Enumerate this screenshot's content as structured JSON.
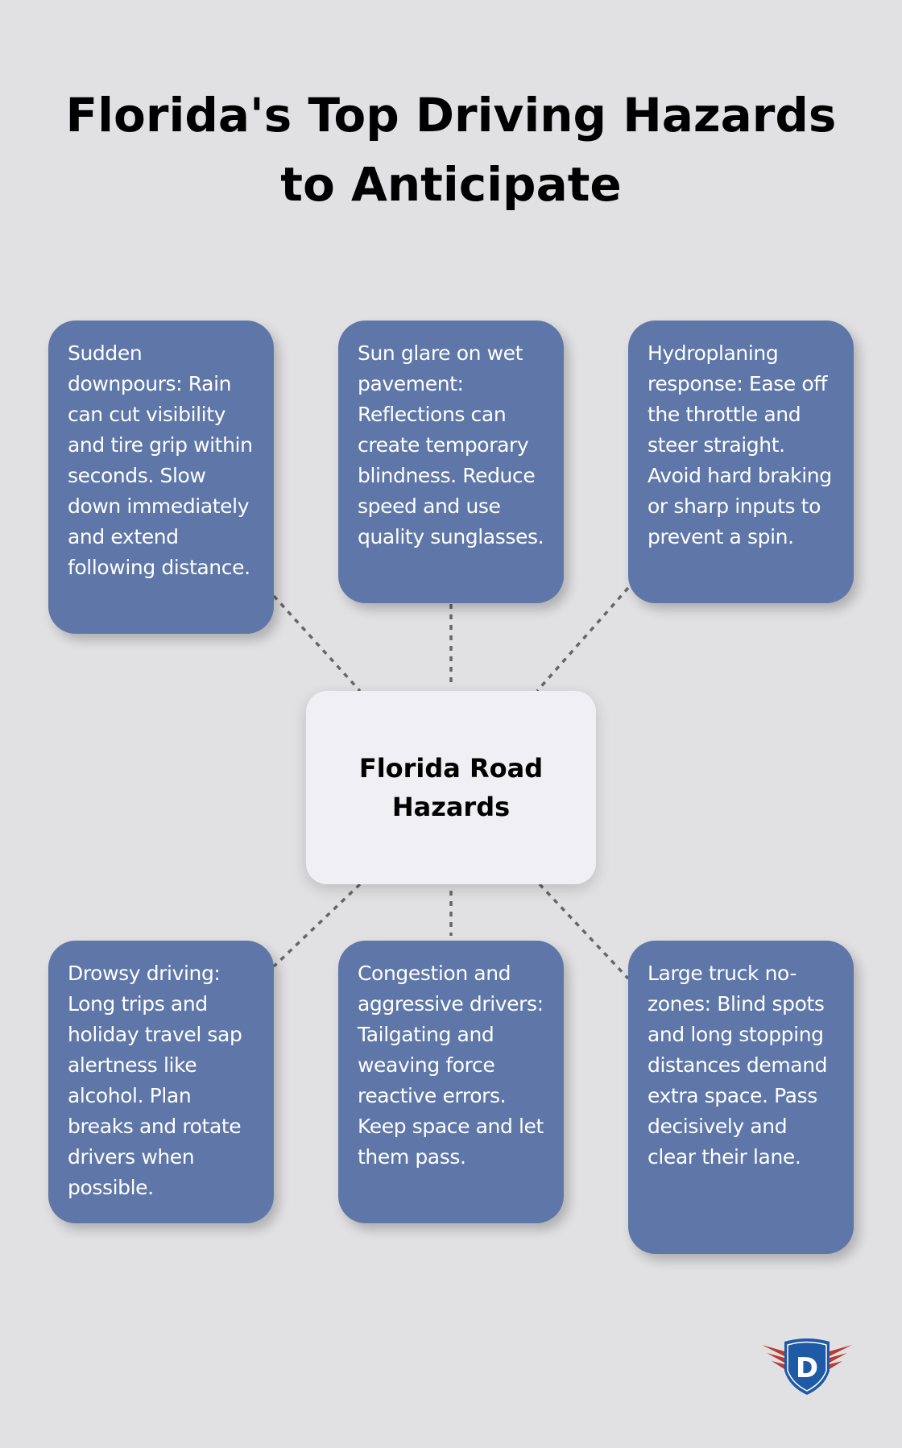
{
  "title": {
    "line1": "Florida's Top Driving Hazards",
    "line2": "to Anticipate"
  },
  "center": {
    "line1": "Florida Road",
    "line2": "Hazards"
  },
  "cards": [
    {
      "text": "Sudden downpours: Rain can cut visibility and tire grip within seconds. Slow down immediately and extend following distance."
    },
    {
      "text": "Sun glare on wet pavement: Reflections can create temporary blindness. Reduce speed and use quality sunglasses."
    },
    {
      "text": "Hydroplaning response: Ease off the throttle and steer straight. Avoid hard braking or sharp inputs to prevent a spin."
    },
    {
      "text": "Drowsy driving: Long trips and holiday travel sap alertness like alcohol. Plan breaks and rotate drivers when possible."
    },
    {
      "text": "Congestion and aggressive drivers: Tailgating and weaving force reactive errors. Keep space and let them pass."
    },
    {
      "text": "Large truck no-zones: Blind spots and long stopping distances demand extra space. Pass decisively and clear their lane."
    }
  ],
  "logo": {
    "letter": "D",
    "icon": "shield-wings-logo"
  },
  "colors": {
    "background": "#e1e1e3",
    "card": "#5e77a8",
    "center": "#f0f0f4",
    "connector": "#666666",
    "logo_blue": "#1f5aa6",
    "logo_red": "#b83a32"
  }
}
